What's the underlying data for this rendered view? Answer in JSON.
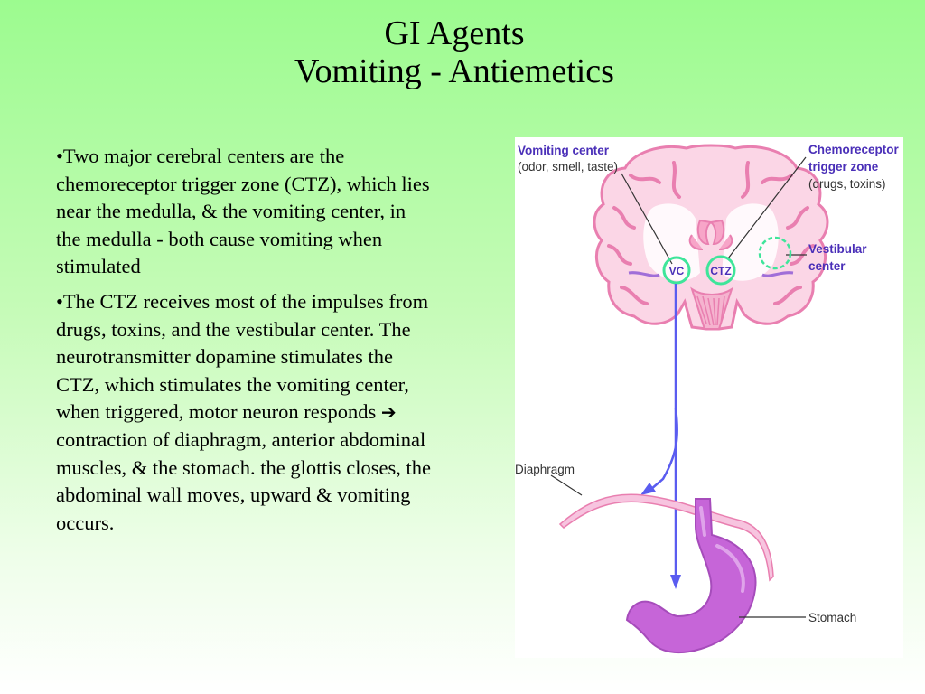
{
  "title": {
    "line1": "GI Agents",
    "line2": "Vomiting - Antiemetics"
  },
  "bullets": [
    {
      "marker": "•",
      "text": "Two major cerebral centers are the chemoreceptor trigger zone (CTZ), which lies near the medulla, & the vomiting center, in the medulla - both cause vomiting when stimulated"
    },
    {
      "marker": "•",
      "text_before_arrow": "The CTZ receives most of the impulses from drugs, toxins, and the vestibular center.  The neurotransmitter dopamine stimulates the CTZ, which stimulates the vomiting center, when triggered, motor neuron responds ",
      "arrow": "➔",
      "text_after_arrow": " contraction of diaphragm, anterior abdominal muscles, & the stomach. the glottis closes, the abdominal wall moves, upward & vomiting occurs."
    }
  ],
  "figure": {
    "vomiting_center": {
      "title": "Vomiting center",
      "subtitle": "(odor, smell, taste)"
    },
    "ctz": {
      "title_line1": "Chemoreceptor",
      "title_line2": "trigger zone",
      "subtitle": "(drugs, toxins)"
    },
    "vestibular": {
      "line1": "Vestibular",
      "line2": "center"
    },
    "vc_circle_label": "VC",
    "ctz_circle_label": "CTZ",
    "diaphragm_label": "Diaphragm",
    "stomach_label": "Stomach",
    "colors": {
      "brain_pink": "#f19ac0",
      "brain_light": "#fbd3e4",
      "circle_green": "#3ee59a",
      "arrow_blue": "#5a5cf0",
      "stomach_purple": "#c665d8",
      "label_bold": "#4a2fb8"
    }
  }
}
